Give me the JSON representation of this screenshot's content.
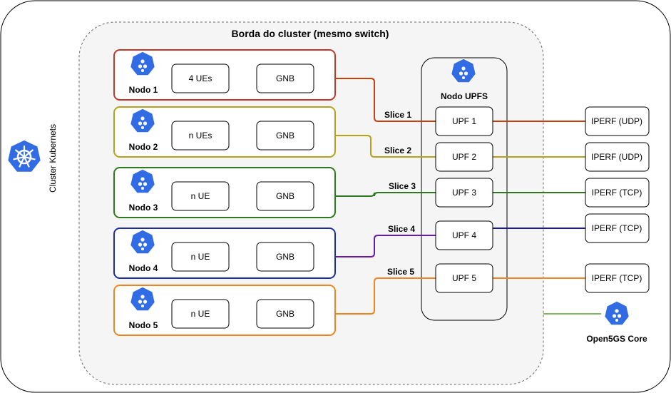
{
  "cluster": {
    "label": "Cluster Kubernets"
  },
  "edge": {
    "title": "Borda do cluster (mesmo switch)"
  },
  "upf_node": {
    "title": "Nodo UPFS"
  },
  "core": {
    "label": "Open5GS Core",
    "link_color": "#82b366"
  },
  "nodes": [
    {
      "name": "Nodo 1",
      "ue": "4 UEs",
      "gnb": "GNB",
      "color": "#c0392b"
    },
    {
      "name": "Nodo 2",
      "ue": "n UEs",
      "gnb": "GNB",
      "color": "#b5a21a"
    },
    {
      "name": "Nodo 3",
      "ue": "n UE",
      "gnb": "GNB",
      "color": "#2d7a1e"
    },
    {
      "name": "Nodo 4",
      "ue": "n UE",
      "gnb": "GNB",
      "color": "#1a2ea0"
    },
    {
      "name": "Nodo 5",
      "ue": "n UE",
      "gnb": "GNB",
      "color": "#f0851e"
    }
  ],
  "slices": [
    {
      "label": "Slice 1",
      "upf": "UPF 1",
      "iperf": "IPERF  (UDP)",
      "color": "#c8400f",
      "gnb_link_color": "#c8400f"
    },
    {
      "label": "Slice 2",
      "upf": "UPF 2",
      "iperf": "IPERF (UDP)",
      "color": "#b5a21a",
      "gnb_link_color": "#b5a21a"
    },
    {
      "label": "Slice 3",
      "upf": "UPF 3",
      "iperf": "IPERF (TCP)",
      "color": "#2d7a1e",
      "gnb_link_color": "#2d7a1e"
    },
    {
      "label": "Slice 4",
      "upf": "UPF 4",
      "iperf": "IPERF (TCP)",
      "color": "#1a1aa0",
      "gnb_link_color": "#6a1aa8"
    },
    {
      "label": "Slice 5",
      "upf": "UPF 5",
      "iperf": "IPERF (TCP)",
      "color": "#f0851e",
      "gnb_link_color": "#f0851e"
    }
  ],
  "icons": {
    "cluster": "kubernetes-helm-icon",
    "node": "kubernetes-node-icon"
  },
  "k8s_color": "#326ce5"
}
